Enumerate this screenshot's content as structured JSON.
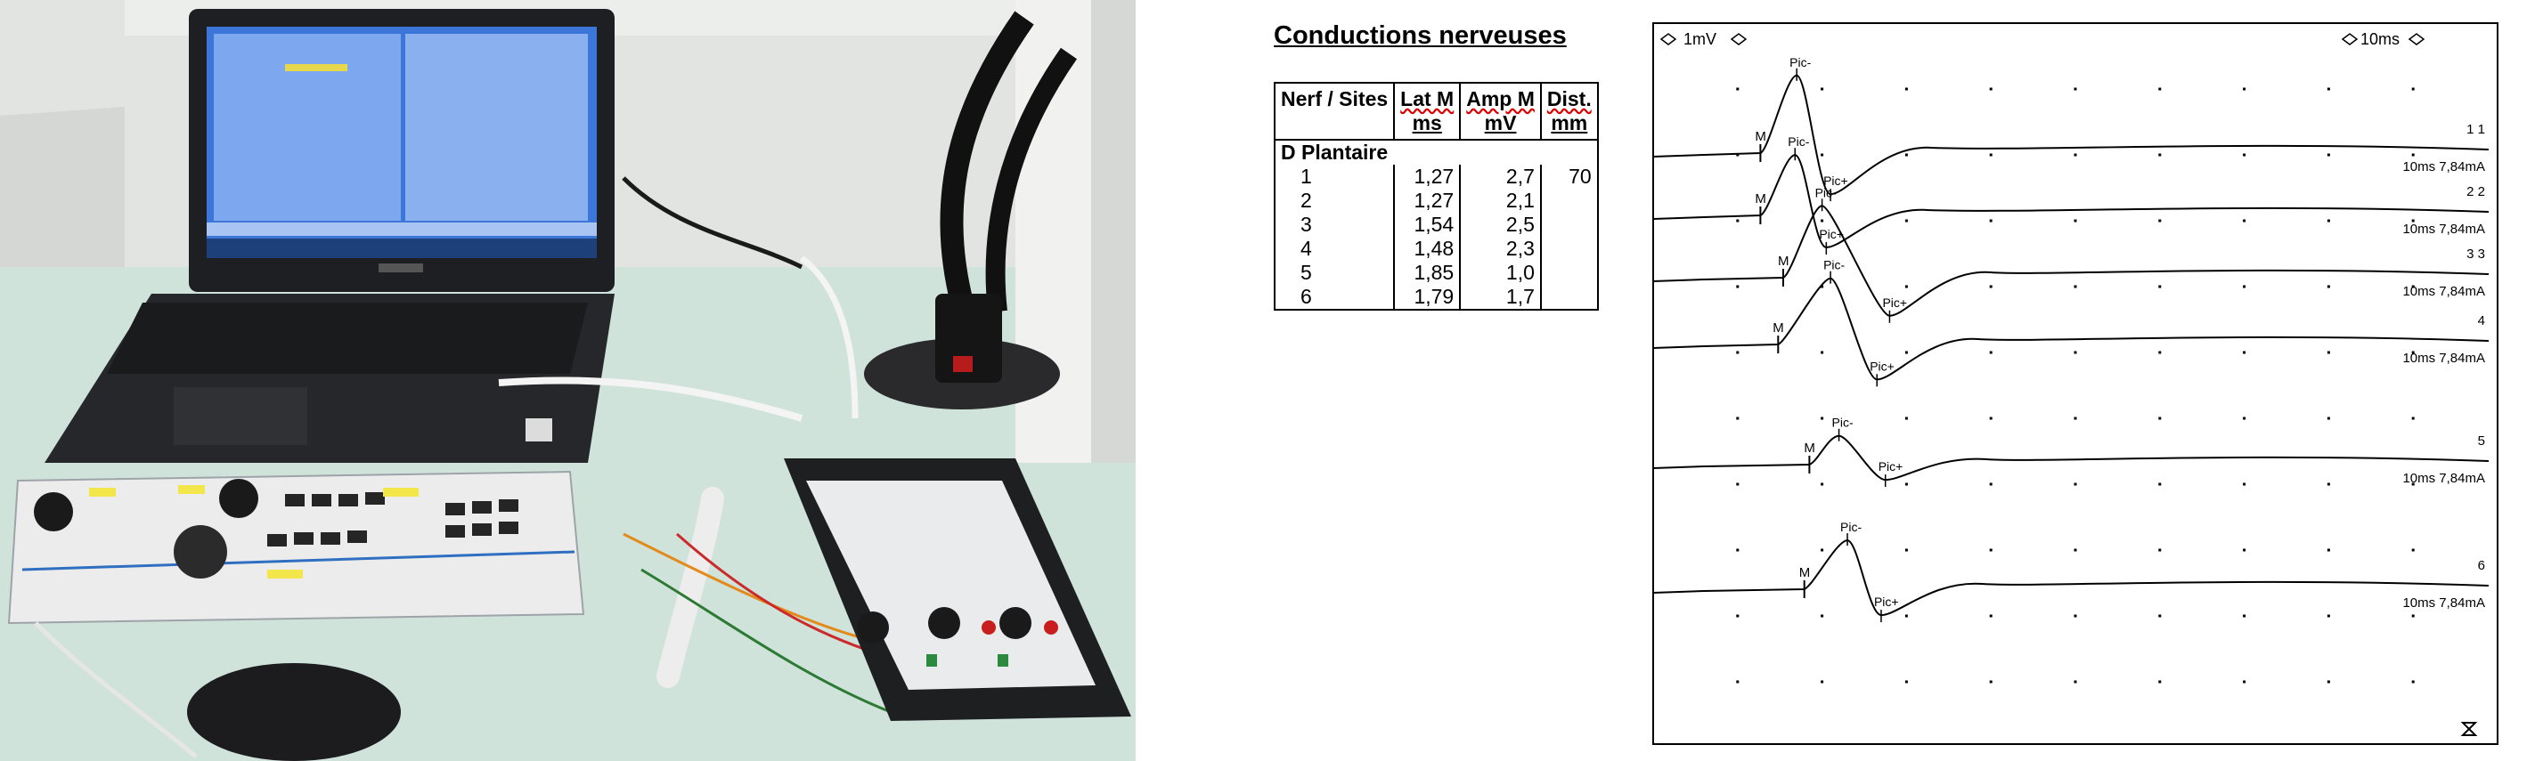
{
  "report": {
    "title": "Conductions nerveuses",
    "table": {
      "headers": [
        {
          "line1": "Nerf / Sites",
          "line2": ""
        },
        {
          "line1": "Lat M",
          "line2": "ms"
        },
        {
          "line1": "Amp M",
          "line2": "mV"
        },
        {
          "line1": "Dist.",
          "line2": "mm"
        }
      ],
      "group": "D Plantaire",
      "rows": [
        {
          "site": "1",
          "lat": "1,27",
          "amp": "2,7",
          "dist": "70"
        },
        {
          "site": "2",
          "lat": "1,27",
          "amp": "2,1",
          "dist": ""
        },
        {
          "site": "3",
          "lat": "1,54",
          "amp": "2,5",
          "dist": ""
        },
        {
          "site": "4",
          "lat": "1,48",
          "amp": "2,3",
          "dist": ""
        },
        {
          "site": "5",
          "lat": "1,85",
          "amp": "1,0",
          "dist": ""
        },
        {
          "site": "6",
          "lat": "1,79",
          "amp": "1,7",
          "dist": ""
        }
      ]
    }
  },
  "chart_data": {
    "type": "line",
    "sensitivity_label": "1mV",
    "sweep_label": "10ms",
    "marker_labels": {
      "onset": "M",
      "neg_peak": "Pic-",
      "pos_peak": "Pic+"
    },
    "x_unit": "ms",
    "x_range": [
      0,
      100
    ],
    "traces": [
      {
        "id": "1",
        "number_label": "1 1",
        "settings_label": "10ms 7,84mA",
        "onset_ms": 12.7,
        "neg_peak_ms": 17.0,
        "pos_peak_ms": 21.0,
        "amp_mV": 2.7
      },
      {
        "id": "2",
        "number_label": "2 2",
        "settings_label": "10ms 7,84mA",
        "onset_ms": 12.7,
        "neg_peak_ms": 16.8,
        "pos_peak_ms": 20.5,
        "amp_mV": 2.1
      },
      {
        "id": "3",
        "number_label": "3 3",
        "settings_label": "10ms 7,84mA",
        "onset_ms": 15.4,
        "neg_peak_ms": 20.0,
        "pos_peak_ms": 28.0,
        "amp_mV": 2.5
      },
      {
        "id": "4",
        "number_label": "4",
        "settings_label": "10ms 7,84mA",
        "onset_ms": 14.8,
        "neg_peak_ms": 21.0,
        "pos_peak_ms": 26.5,
        "amp_mV": 2.3
      },
      {
        "id": "5",
        "number_label": "5",
        "settings_label": "10ms 7,84mA",
        "onset_ms": 18.5,
        "neg_peak_ms": 22.0,
        "pos_peak_ms": 27.5,
        "amp_mV": 1.0
      },
      {
        "id": "6",
        "number_label": "6",
        "settings_label": "10ms 7,84mA",
        "onset_ms": 17.9,
        "neg_peak_ms": 23.0,
        "pos_peak_ms": 27.0,
        "amp_mV": 1.7
      }
    ],
    "grid": true,
    "hourglass_icon": "hourglass-icon"
  },
  "photo": {
    "colors": {
      "wall": "#dfe3e2",
      "desk": "#cfe4dc",
      "laptop": "#1e1f22",
      "screen": "#3a73d6",
      "device": "#ecedee",
      "accent": "#2f6fc1",
      "yellow": "#f2e64a"
    }
  }
}
